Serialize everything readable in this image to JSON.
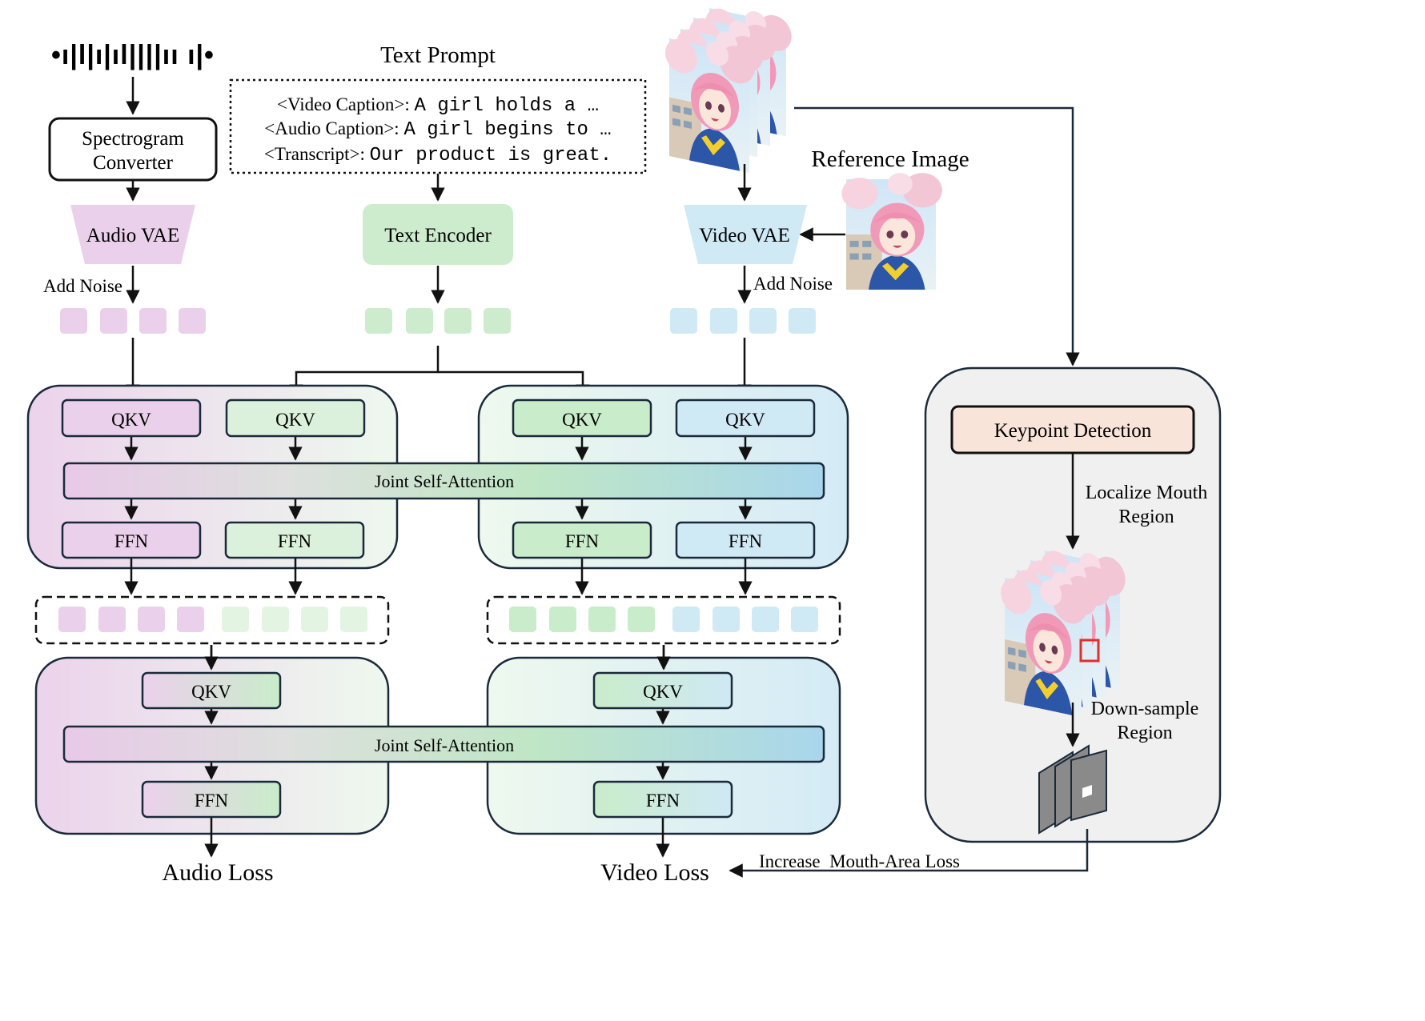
{
  "audio_input": {
    "waveform_glyph": "•ı|l|ı|ıl||||ıı ı|•"
  },
  "spectrogram_converter": {
    "line1": "Spectrogram",
    "line2": "Converter"
  },
  "audio_vae": {
    "label": "Audio VAE"
  },
  "audio_add_noise": "Add Noise",
  "text_prompt": {
    "title": "Text Prompt",
    "video_caption_tag": "<Video Caption>:",
    "video_caption_text": "A girl holds a …",
    "audio_caption_tag": "<Audio Caption>:",
    "audio_caption_text": "A girl begins to …",
    "transcript_tag": "<Transcript>:",
    "transcript_text": "Our product is great."
  },
  "text_encoder": {
    "label": "Text Encoder"
  },
  "video_vae": {
    "label": "Video VAE"
  },
  "video_add_noise": "Add Noise",
  "reference_image": {
    "label": "Reference Image"
  },
  "block1": {
    "audio_qkv": "QKV",
    "text_qkv_left": "QKV",
    "text_qkv_right": "QKV",
    "video_qkv": "QKV",
    "joint_attention": "Joint Self-Attention",
    "audio_ffn": "FFN",
    "text_ffn_left": "FFN",
    "text_ffn_right": "FFN",
    "video_ffn": "FFN"
  },
  "block2": {
    "left_qkv": "QKV",
    "right_qkv": "QKV",
    "joint_attention": "Joint Self-Attention",
    "left_ffn": "FFN",
    "right_ffn": "FFN"
  },
  "audio_loss": "Audio Loss",
  "video_loss": "Video Loss",
  "mouth_panel": {
    "keypoint_detection": "Keypoint Detection",
    "localize_line1": "Localize Mouth",
    "localize_line2": "Region",
    "downsample_line1": "Down-sample",
    "downsample_line2": "Region",
    "increase_loss": "Increase  Mouth-Area Loss"
  },
  "colors": {
    "audio": "#ead0ea",
    "text": "#cdeccd",
    "video": "#cfe9f5",
    "keypoint_fill": "#f8e4d8",
    "panel_fill": "#f0f0f0",
    "stroke": "#1b2a3a"
  }
}
